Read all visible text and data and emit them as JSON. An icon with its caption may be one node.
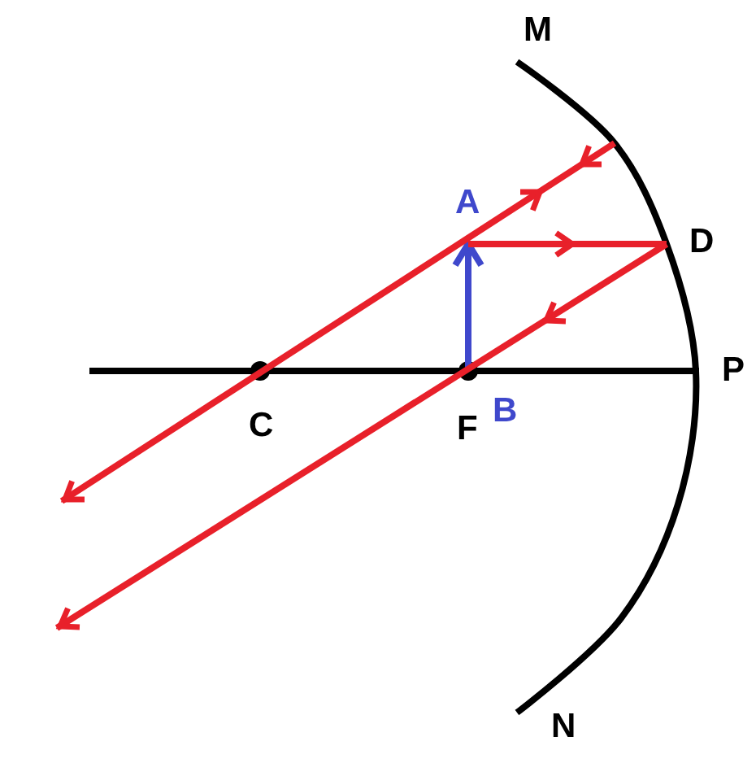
{
  "diagram": {
    "labels": [
      "M",
      "A",
      "D",
      "P",
      "C",
      "F",
      "B",
      "N"
    ]
  }
}
